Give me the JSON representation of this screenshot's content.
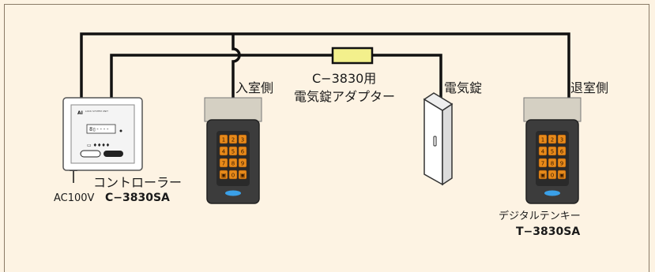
{
  "labels": {
    "entry_side": "入室側",
    "exit_side": "退室側",
    "adapter_model": "C−3830用",
    "adapter_name": "電気錠アダプター",
    "electric_lock": "電気錠",
    "controller_name": "コントローラー",
    "ac_power": "AC100V",
    "controller_model": "C−3830SA",
    "keypad_name": "デジタルテンキー",
    "keypad_model": "T−3830SA"
  },
  "keypad_keys": [
    "1",
    "2",
    "3",
    "4",
    "5",
    "6",
    "7",
    "8",
    "9",
    "▣",
    "0",
    "▣"
  ],
  "colors": {
    "background": "#fdf3e3",
    "wire": "#111111",
    "adapter": "#f3f08c",
    "keypad_body": "#3c3c3c",
    "keypad_key": "#e88a1a",
    "led": "#3aa0e8",
    "hood": "#d5d0c3"
  }
}
